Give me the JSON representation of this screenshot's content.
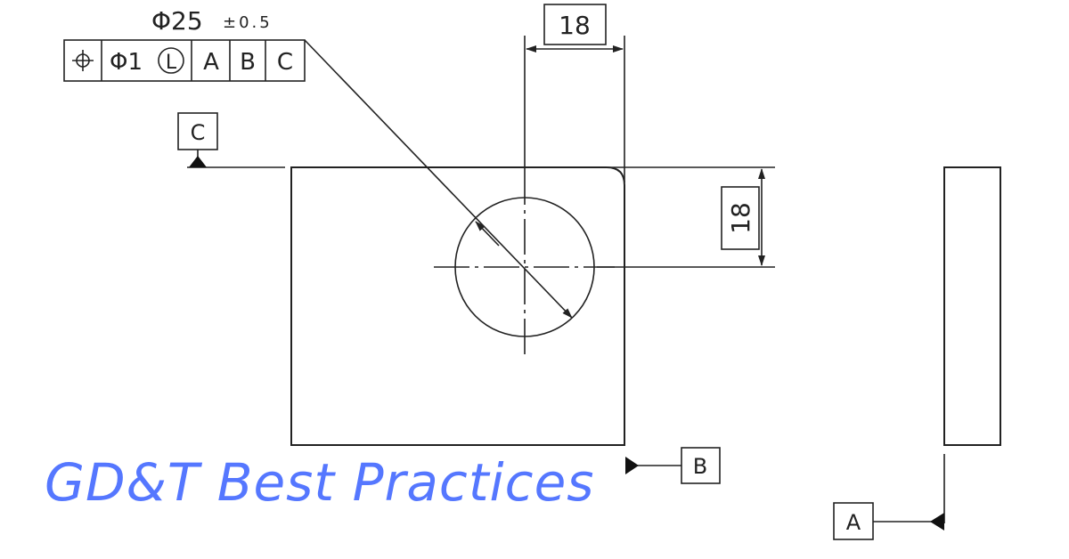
{
  "title": "GD&T Best Practices",
  "title_color": "#5577ff",
  "hole_dimension": {
    "value": "Φ25",
    "tolerance": "±0.5"
  },
  "feature_control_frame": {
    "symbol_icon": "position-icon",
    "tolerance": "Φ1",
    "modifier": "L",
    "datums": [
      "A",
      "B",
      "C"
    ]
  },
  "dim_top": "18",
  "dim_right": "18",
  "datum_labels": {
    "c": "C",
    "b": "B",
    "a": "A"
  }
}
